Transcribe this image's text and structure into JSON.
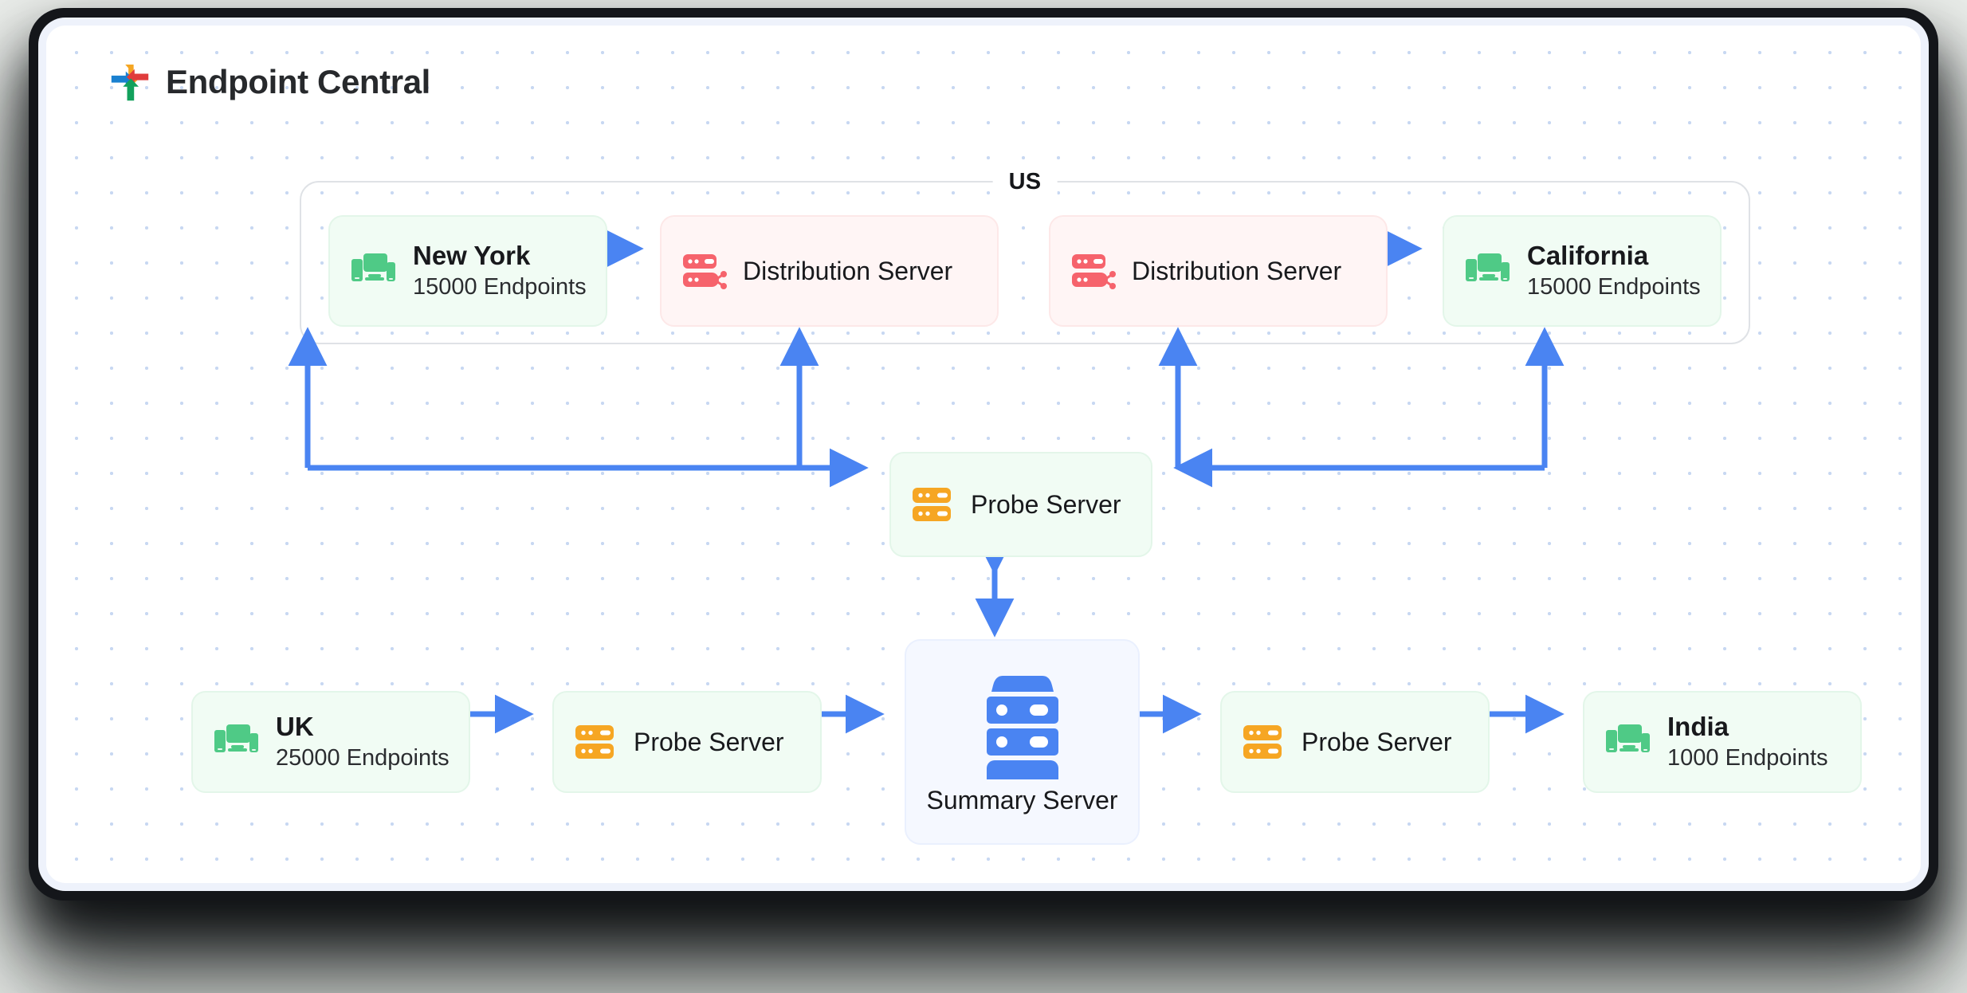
{
  "header": {
    "brand": "Endpoint Central",
    "logo_icon": "manageengine-pinwheel-icon"
  },
  "groups": {
    "us": {
      "label": "US"
    }
  },
  "colors": {
    "accent_blue": "#4a84f2",
    "endpoint_green": "#4fca86",
    "distribution_red": "#f6636c",
    "probe_orange": "#f6a623",
    "summary_blue": "#4a84f2",
    "dot_grid": "#c8d8f2",
    "frame_dark": "#14161a"
  },
  "nodes": {
    "new_york": {
      "title": "New York",
      "sub": "15000 Endpoints",
      "icon": "devices-icon"
    },
    "california": {
      "title": "California",
      "sub": "15000 Endpoints",
      "icon": "devices-icon"
    },
    "uk": {
      "title": "UK",
      "sub": "25000 Endpoints",
      "icon": "devices-icon"
    },
    "india": {
      "title": "India",
      "sub": "1000 Endpoints",
      "icon": "devices-icon"
    },
    "dist_left": {
      "label": "Distribution Server",
      "icon": "distribution-server-icon"
    },
    "dist_right": {
      "label": "Distribution Server",
      "icon": "distribution-server-icon"
    },
    "probe_center": {
      "label": "Probe Server",
      "icon": "probe-server-icon"
    },
    "probe_left": {
      "label": "Probe Server",
      "icon": "probe-server-icon"
    },
    "probe_right": {
      "label": "Probe Server",
      "icon": "probe-server-icon"
    },
    "summary": {
      "label": "Summary Server",
      "icon": "summary-server-icon"
    }
  },
  "connections": [
    {
      "from": "new_york",
      "to": "dist_left",
      "type": "bidirectional"
    },
    {
      "from": "dist_right",
      "to": "california",
      "type": "bidirectional"
    },
    {
      "from": "new_york",
      "to": "probe_center",
      "type": "up-arrow"
    },
    {
      "from": "dist_left",
      "to": "probe_center",
      "type": "up-arrow"
    },
    {
      "from": "dist_right",
      "to": "probe_center",
      "type": "up-arrow"
    },
    {
      "from": "california",
      "to": "probe_center",
      "type": "up-arrow"
    },
    {
      "from": "probe_center",
      "to": "summary",
      "type": "bidirectional"
    },
    {
      "from": "uk",
      "to": "probe_left",
      "type": "bidirectional"
    },
    {
      "from": "probe_left",
      "to": "summary",
      "type": "bidirectional"
    },
    {
      "from": "summary",
      "to": "probe_right",
      "type": "bidirectional"
    },
    {
      "from": "probe_right",
      "to": "india",
      "type": "bidirectional"
    }
  ]
}
